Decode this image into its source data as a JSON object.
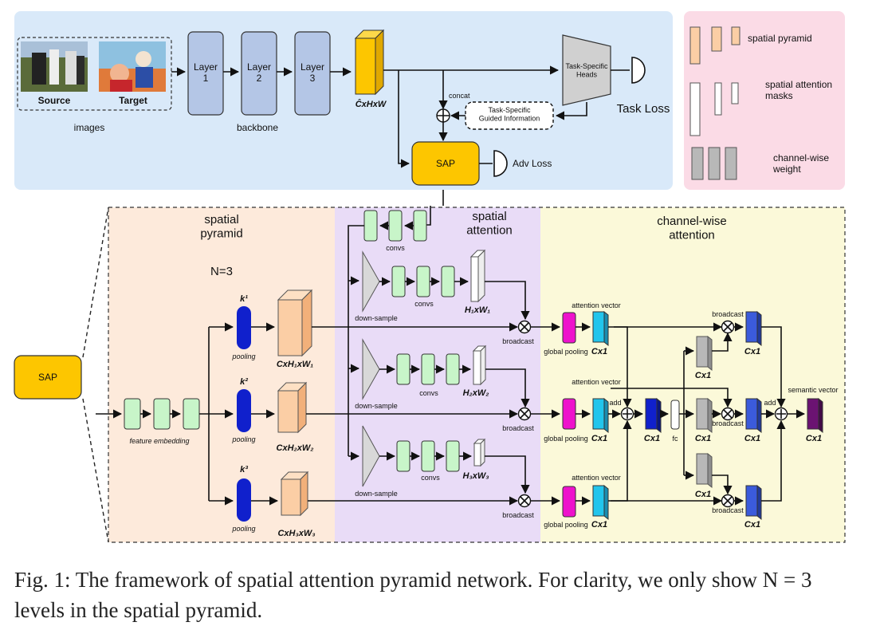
{
  "top": {
    "image_labels": [
      "Source",
      "Target"
    ],
    "images_caption": "images",
    "layers": [
      "Layer\n1",
      "Layer\n2",
      "Layer\n3"
    ],
    "backbone_label": "backbone",
    "feature_dim": "ĈxHxW",
    "heads_label": "Task-Specific\nHeads",
    "task_loss": "Task Loss",
    "concat": "concat",
    "guided_info": "Task-Specific\nGuided Information",
    "sap": "SAP",
    "adv_loss": "Adv Loss"
  },
  "legend": {
    "items": [
      "spatial pyramid",
      "spatial attention\nmasks",
      "channel-wise\nweight"
    ]
  },
  "detail": {
    "sap": "SAP",
    "pyramid_title": "spatial\npyramid",
    "n_label": "N=3",
    "feature_embedding": "feature embedding",
    "kernels": [
      "k¹",
      "k²",
      "k³"
    ],
    "pooling": "pooling",
    "pyramid_dims": [
      "CxH₁xW₁",
      "CxH₂xW₂",
      "CxH₃xW₃"
    ],
    "attention_title": "spatial\nattention",
    "convs": "convs",
    "down_sample": "down-sample",
    "mask_dims": [
      "H₁xW₁",
      "H₂xW₂",
      "H₃xW₃"
    ],
    "broadcast": "broadcast",
    "channel_title": "channel-wise\nattention",
    "attention_vector": "attention vector",
    "global_pooling": "global pooling",
    "cx1": "Cx1",
    "add": "add",
    "fc": "fc",
    "semantic_vector": "semantic vector"
  },
  "caption": "Fig. 1: The framework of spatial attention pyramid network. For clarity, we only show N = 3 levels in the spatial pyramid.",
  "colors": {
    "top_panel": "#d9e9f9",
    "legend_panel": "#fbdbe6",
    "pyramid_panel": "#fdeadb",
    "attention_panel": "#e9dcf7",
    "channel_panel": "#fbf9d9",
    "sap": "#fdc600",
    "layer": "#b4c6e6",
    "pyramid_block": "#fbcea5",
    "conv": "#c8f5c9",
    "pool": "#1020cc",
    "att_vec": "#22c5ec",
    "global_pool": "#ee12cc",
    "cw_blue": "#3b5bdb",
    "cw_grey": "#b8b8b8",
    "semantic": "#6b1372",
    "head": "#d0d0d0"
  }
}
